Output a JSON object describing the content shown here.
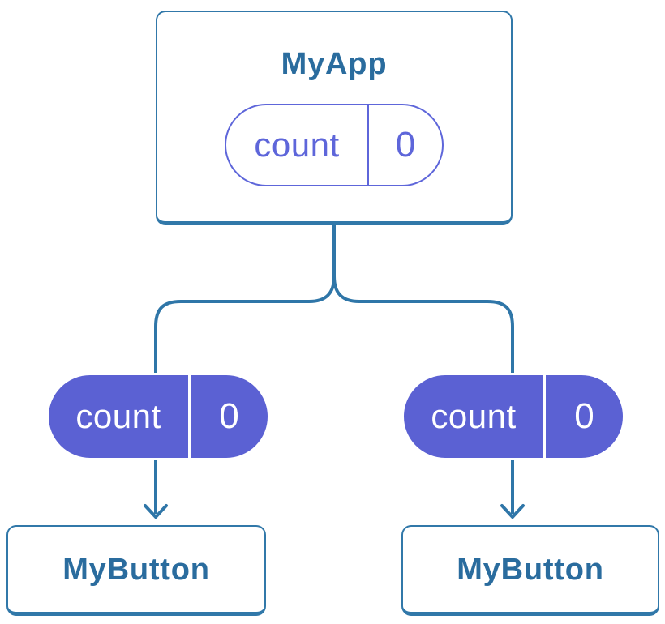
{
  "colors": {
    "background": "#ffffff",
    "line_blue": "#2f76a8",
    "box_border_blue": "#3178a9",
    "label_blue": "#2a6c9e",
    "pill_purple": "#5b61d3",
    "pill_outline_purple": "#5e66da",
    "pill_text_white": "#ffffff"
  },
  "diagram": {
    "root": {
      "title": "MyApp",
      "state": {
        "name": "count",
        "value": "0"
      }
    },
    "children": [
      {
        "title": "MyButton",
        "prop": {
          "name": "count",
          "value": "0"
        }
      },
      {
        "title": "MyButton",
        "prop": {
          "name": "count",
          "value": "0"
        }
      }
    ]
  }
}
